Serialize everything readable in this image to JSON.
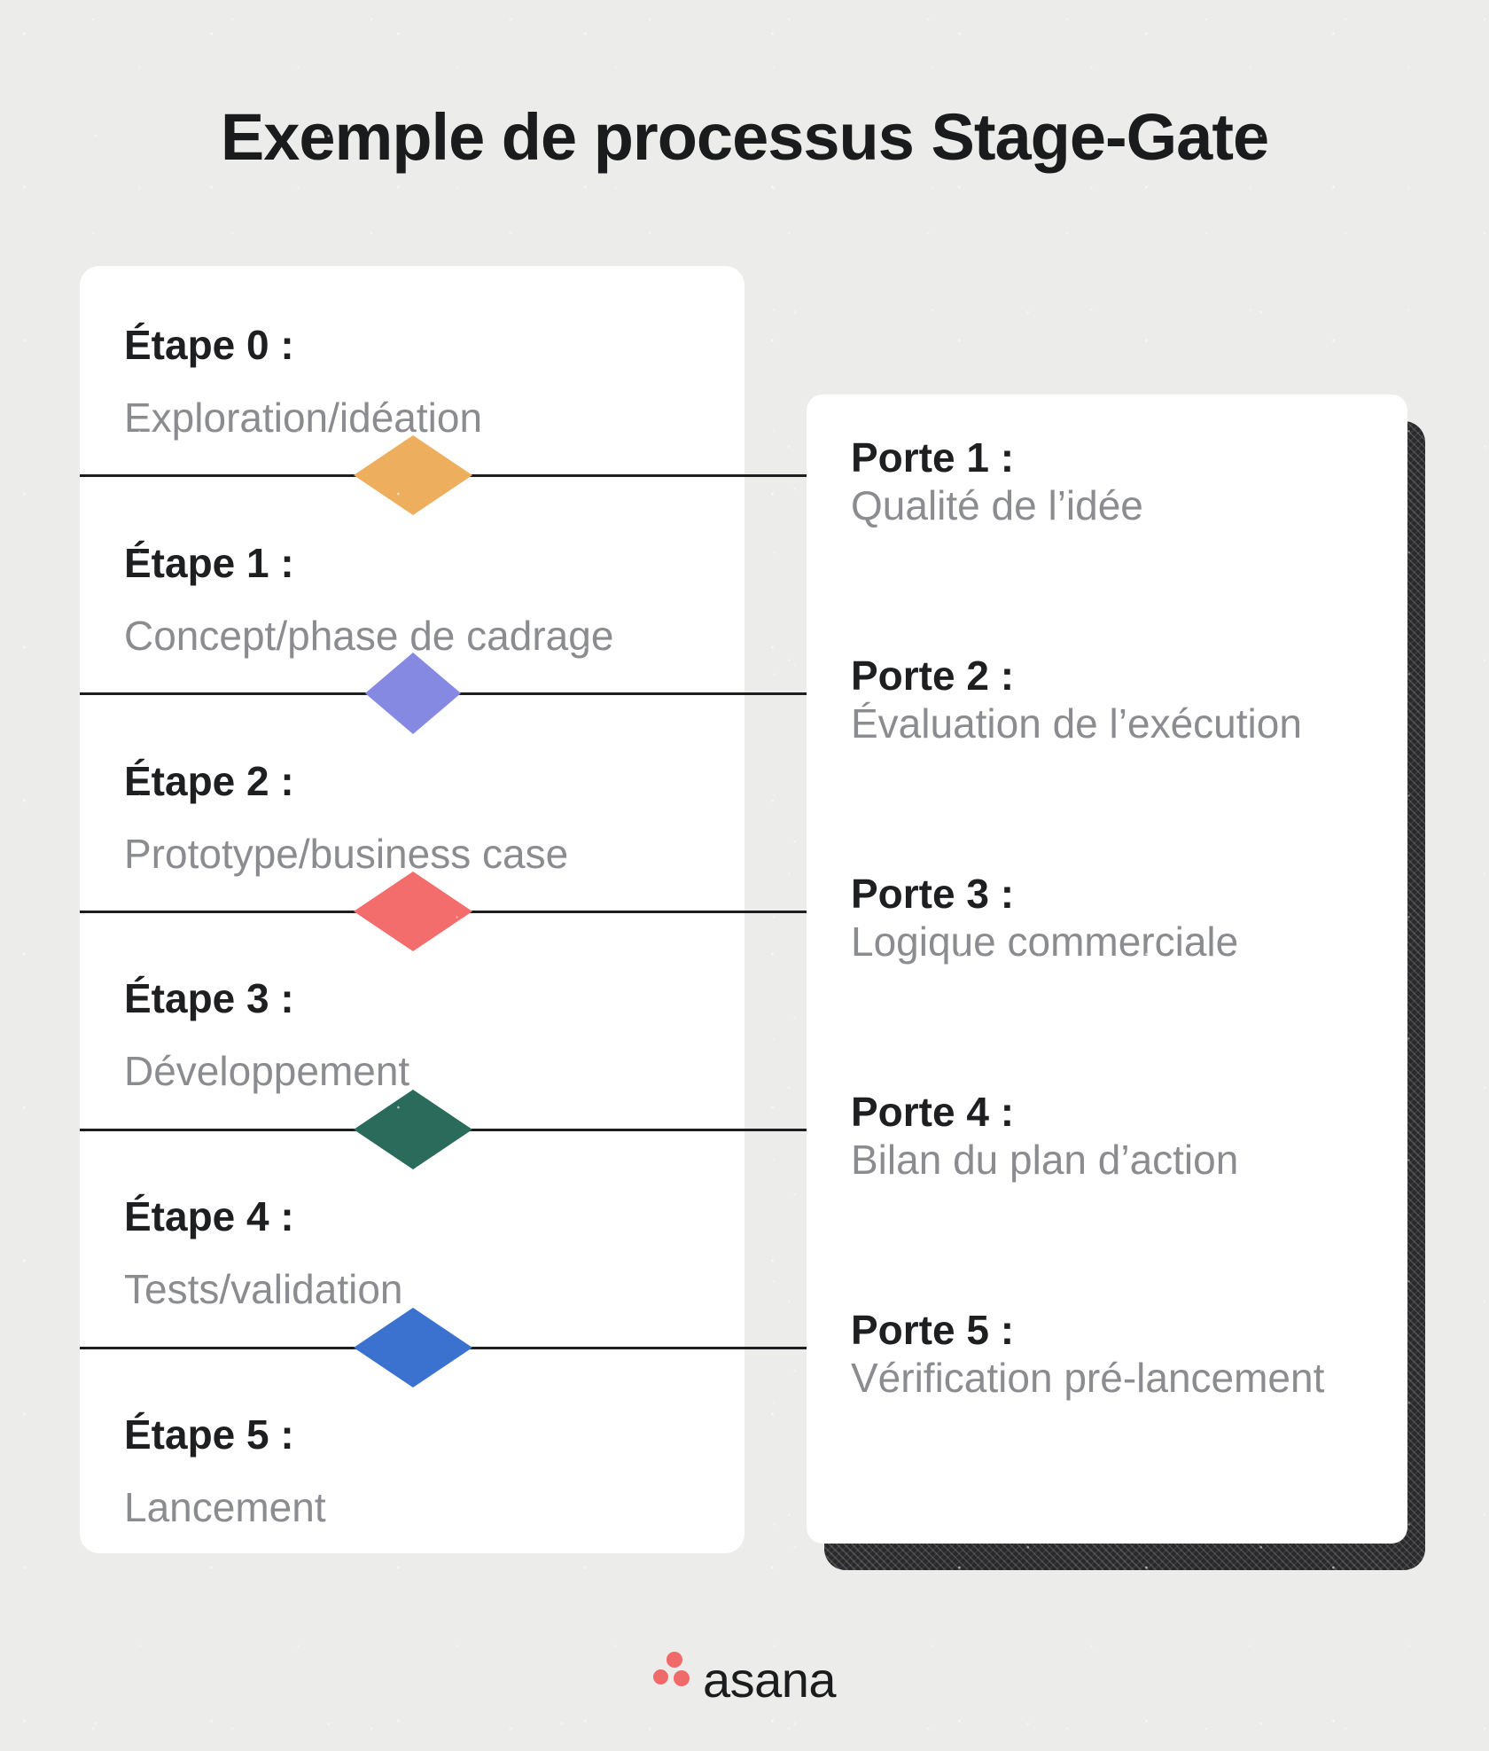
{
  "page": {
    "title": "Exemple de processus Stage-Gate",
    "background_color": "#ECECEA",
    "line_color": "#1D1E20",
    "text_dark": "#1E1F21",
    "text_gray": "#8B8C90"
  },
  "stages": [
    {
      "label": "Étape 0 :",
      "description": "Exploration/idéation"
    },
    {
      "label": "Étape 1 :",
      "description": "Concept/phase de cadrage"
    },
    {
      "label": "Étape 2 :",
      "description": "Prototype/business case"
    },
    {
      "label": "Étape 3 :",
      "description": "Développement"
    },
    {
      "label": "Étape 4 :",
      "description": "Tests/validation"
    },
    {
      "label": "Étape 5 :",
      "description": "Lancement"
    }
  ],
  "gates": [
    {
      "label": "Porte 1 :",
      "description": "Qualité de l’idée",
      "diamond_color": "#EDAE5E"
    },
    {
      "label": "Porte 2 :",
      "description": "Évaluation de l’exécution",
      "diamond_color": "#8589E2"
    },
    {
      "label": "Porte 3 :",
      "description": "Logique commerciale",
      "diamond_color": "#F26D6C"
    },
    {
      "label": "Porte 4 :",
      "description": "Bilan du plan d’action",
      "diamond_color": "#2B6B5B"
    },
    {
      "label": "Porte 5 :",
      "description": "Vérification pré-lancement",
      "diamond_color": "#3C72CF"
    }
  ],
  "footer": {
    "logo_text": "asana",
    "logo_dot_color": "#F06A6A"
  }
}
